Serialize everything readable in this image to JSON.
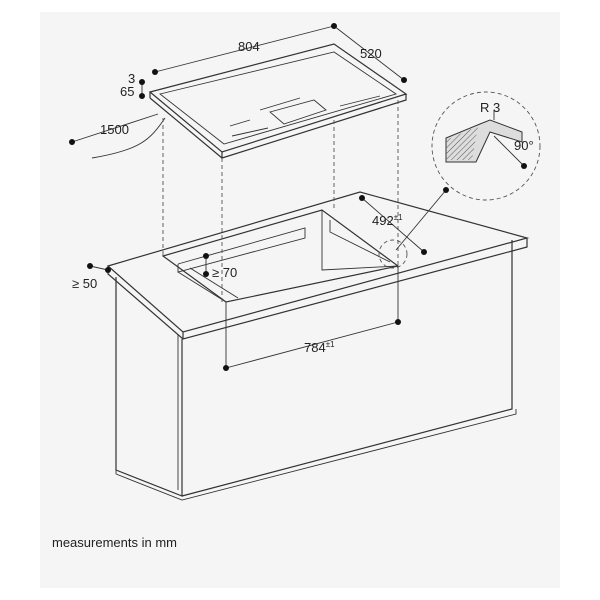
{
  "dimensions": {
    "width": "804",
    "depth": "520",
    "top_thickness": "3",
    "height": "65",
    "cable_length": "1500",
    "cutout_depth": "492",
    "cutout_depth_tolerance": "±1",
    "min_rear_clearance": "≥ 70",
    "min_front_clearance": "≥ 50",
    "cutout_width": "784",
    "cutout_width_tolerance": "±1",
    "radius": "R 3",
    "angle": "90°"
  },
  "footer_note": "measurements in mm"
}
